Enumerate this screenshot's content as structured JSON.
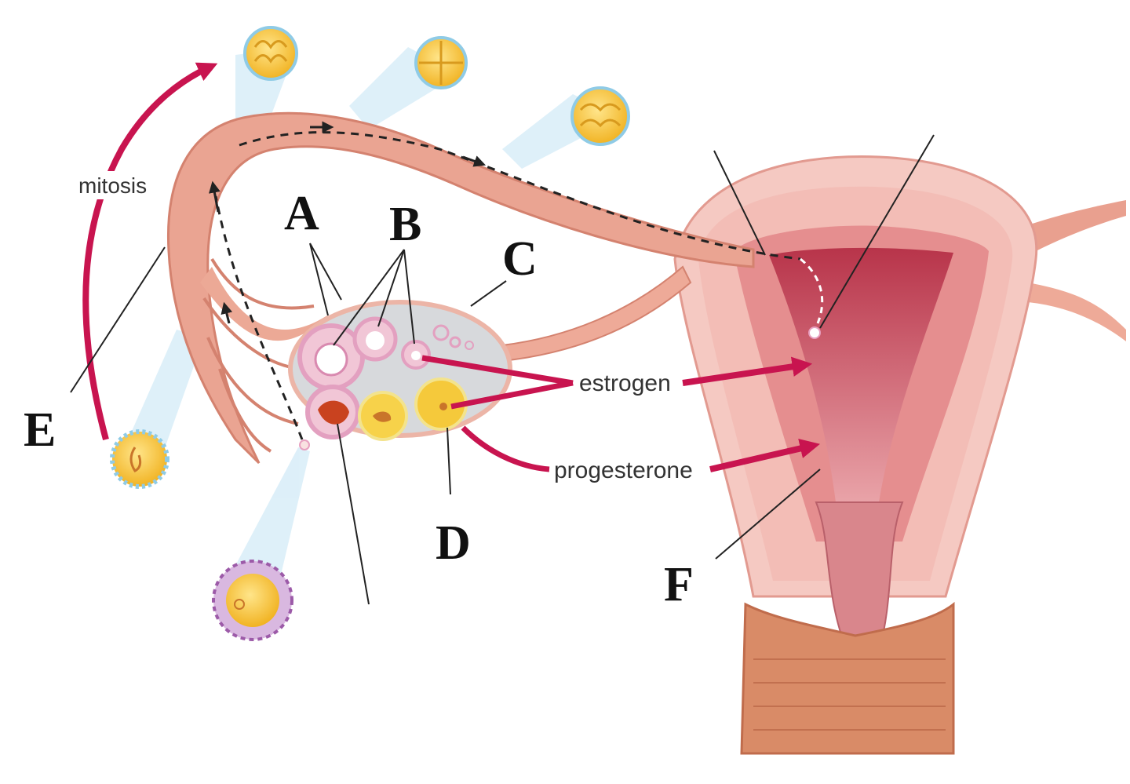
{
  "labels": {
    "A": "A",
    "B": "B",
    "C": "C",
    "D": "D",
    "E": "E",
    "F": "F"
  },
  "text": {
    "mitosis": "mitosis",
    "estrogen": "estrogen",
    "progesterone": "progesterone"
  },
  "colors": {
    "tissue_pink": "#f2b9b0",
    "tube_pink": "#e9a08f",
    "uterus_muscle": "#f4c6c0",
    "uterine_cavity": "#c0485a",
    "hormone_arrow": "#c8144f",
    "ovary_gray": "#d7d9dc",
    "follicle_ring": "#e6a6c4",
    "corpus_luteum": "#f5c93b",
    "glow_blue": "#cfe8f5",
    "vagina": "#d98b67"
  }
}
